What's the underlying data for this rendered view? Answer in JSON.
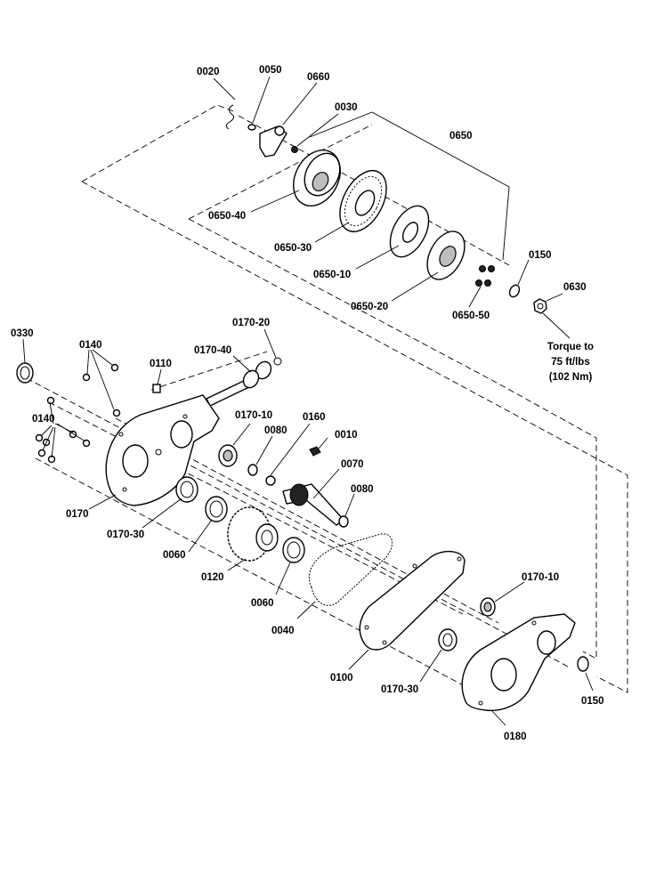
{
  "labels": {
    "p0020": "0020",
    "p0050": "0050",
    "p0660": "0660",
    "p0030": "0030",
    "p0650": "0650",
    "p0650_40": "0650-40",
    "p0650_30": "0650-30",
    "p0650_10": "0650-10",
    "p0650_20": "0650-20",
    "p0650_50": "0650-50",
    "p0150_top": "0150",
    "p0630": "0630",
    "p0330": "0330",
    "p0140_top": "0140",
    "p0110": "0110",
    "p0170_40": "0170-40",
    "p0170_20": "0170-20",
    "p0140_left": "0140",
    "p0170_10_left": "0170-10",
    "p0160": "0160",
    "p0080_top": "0080",
    "p0010": "0010",
    "p0070": "0070",
    "p0080_mid": "0080",
    "p0170": "0170",
    "p0170_30_left": "0170-30",
    "p0060_left": "0060",
    "p0120": "0120",
    "p0060_right": "0060",
    "p0040": "0040",
    "p0170_10_right": "0170-10",
    "p0100": "0100",
    "p0170_30_right": "0170-30",
    "p0150_bottom": "0150",
    "p0180": "0180"
  },
  "torque_note": [
    "Torque to",
    "75 ft/lbs",
    "(102 Nm)"
  ]
}
